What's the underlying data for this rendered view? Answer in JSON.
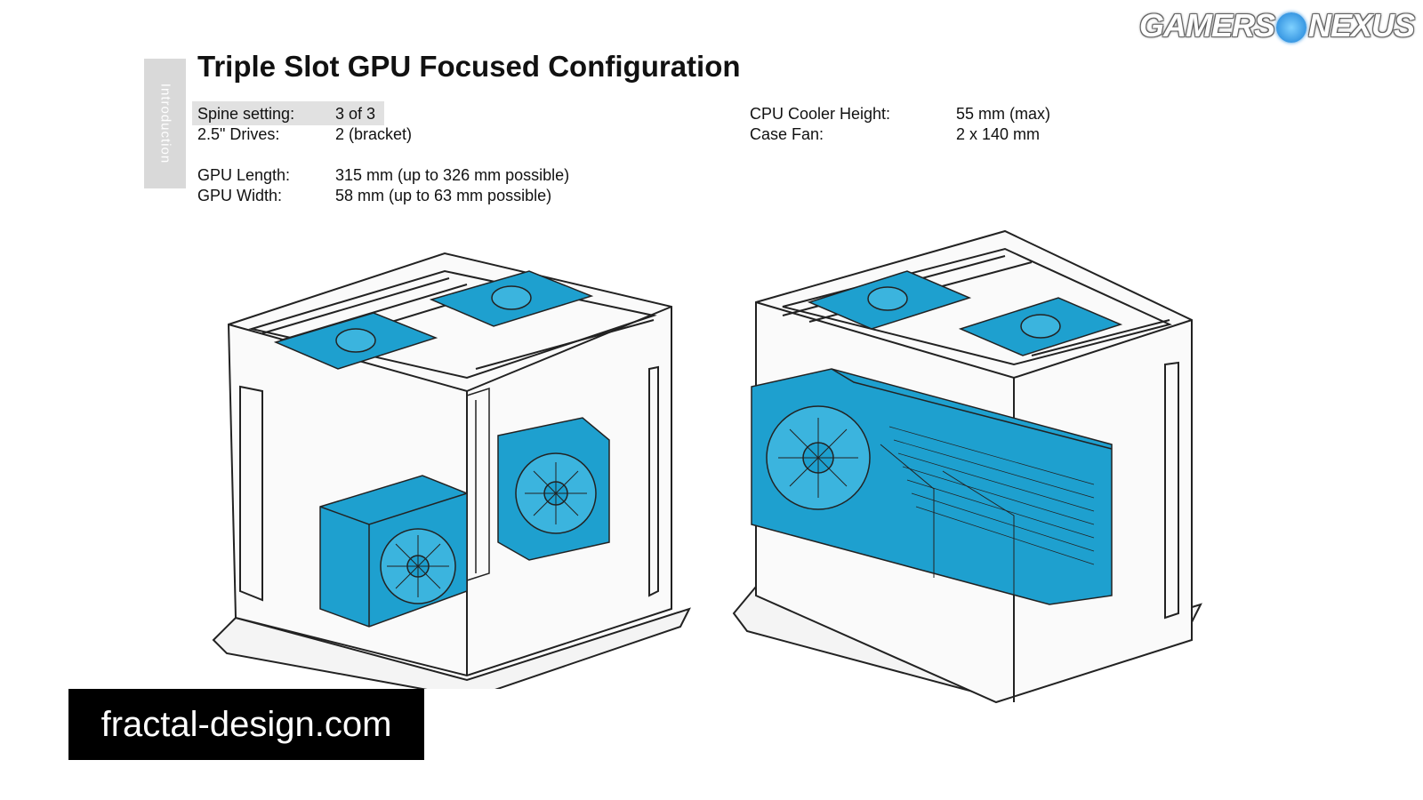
{
  "side_tab": "Introduction",
  "title": "Triple Slot GPU Focused Configuration",
  "specs_left": [
    {
      "label": "Spine setting:",
      "value": "3 of 3"
    },
    {
      "label": "2.5\" Drives:",
      "value": "2 (bracket)"
    },
    {
      "label": "GPU Length:",
      "value": "315 mm (up to 326 mm possible)"
    },
    {
      "label": "GPU Width:",
      "value": "58 mm (up to 63 mm possible)"
    }
  ],
  "specs_right": [
    {
      "label": "CPU Cooler Height:",
      "value": "55 mm (max)"
    },
    {
      "label": "Case Fan:",
      "value": "2 x 140 mm"
    }
  ],
  "logo": {
    "left": "GAMERS",
    "right": "NEXUS"
  },
  "url": "fractal-design.com",
  "colors": {
    "component_fill": "#1ea0cf",
    "frame": "#222222",
    "background": "#ffffff"
  }
}
